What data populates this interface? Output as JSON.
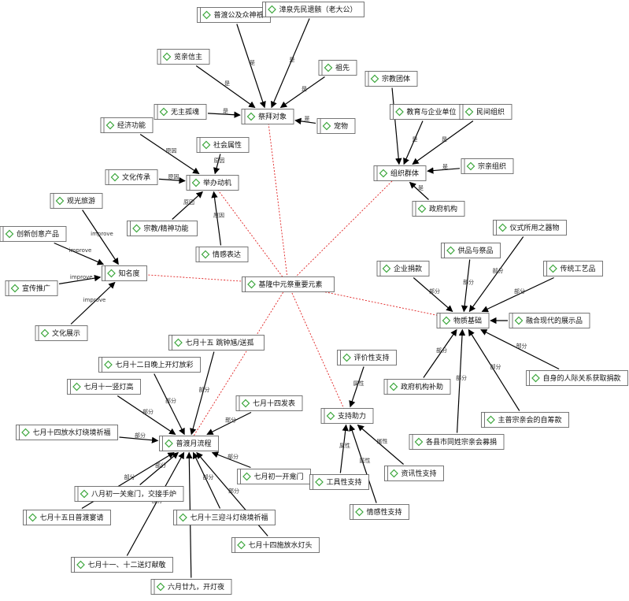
{
  "center": {
    "id": "center",
    "label": "基隆中元祭重要元素"
  },
  "nodes": [
    {
      "id": "center",
      "label": "基隆中元祭重要元素"
    },
    {
      "id": "jibai",
      "label": "祭拜对象"
    },
    {
      "id": "pudu",
      "label": "普渡公及众神祇"
    },
    {
      "id": "xianzu",
      "label": "漳泉先民遗骸（老大公）"
    },
    {
      "id": "lanqin",
      "label": "览亲信主"
    },
    {
      "id": "zuxian",
      "label": "祖先"
    },
    {
      "id": "wuzhu",
      "label": "无主孤魂"
    },
    {
      "id": "chongwu",
      "label": "宠物"
    },
    {
      "id": "zongjiao",
      "label": "宗教团体"
    },
    {
      "id": "jiaoyu",
      "label": "教育与企业单位"
    },
    {
      "id": "minjian",
      "label": "民间组织"
    },
    {
      "id": "zuzhi",
      "label": "组织群体"
    },
    {
      "id": "zongqin",
      "label": "宗亲组织"
    },
    {
      "id": "zhengfu",
      "label": "政府机构"
    },
    {
      "id": "jingji",
      "label": "经济功能"
    },
    {
      "id": "shehui",
      "label": "社会属性"
    },
    {
      "id": "wenhua",
      "label": "文化传承"
    },
    {
      "id": "juban",
      "label": "举办动机"
    },
    {
      "id": "zongjiao2",
      "label": "宗教/精神功能"
    },
    {
      "id": "qinggan",
      "label": "情感表达"
    },
    {
      "id": "guanguang",
      "label": "观光旅游"
    },
    {
      "id": "chuangyi",
      "label": "创新创意产品"
    },
    {
      "id": "zhiming",
      "label": "知名度"
    },
    {
      "id": "xuanchuan",
      "label": "宣传推广"
    },
    {
      "id": "wenzhan",
      "label": "文化展示"
    },
    {
      "id": "yishi",
      "label": "仪式所用之器物"
    },
    {
      "id": "gongpin",
      "label": "供品与祭品"
    },
    {
      "id": "qiye",
      "label": "企业捐款"
    },
    {
      "id": "chuantong",
      "label": "传统工艺品"
    },
    {
      "id": "wuzhi",
      "label": "物质基础"
    },
    {
      "id": "ronghe",
      "label": "融合现代的展示品"
    },
    {
      "id": "zhengbu",
      "label": "政府机构补助"
    },
    {
      "id": "zishen",
      "label": "自身的人际关系获取捐款"
    },
    {
      "id": "zhupu",
      "label": "主普宗亲会的自筹款"
    },
    {
      "id": "gexian",
      "label": "各县市同姓宗亲会募捐"
    },
    {
      "id": "qiyue15",
      "label": "七月十五 跳钟馗/送孤"
    },
    {
      "id": "qiyue12",
      "label": "七月十二日晚上开灯放彩"
    },
    {
      "id": "qiyue1",
      "label": "七月十一竖灯高"
    },
    {
      "id": "qiyue14f",
      "label": "七月十四发表"
    },
    {
      "id": "qiyue14q",
      "label": "七月十四放水灯绕境祈福"
    },
    {
      "id": "pudu_lc",
      "label": "普渡月流程"
    },
    {
      "id": "qiyue01",
      "label": "七月初一开龛门"
    },
    {
      "id": "bayue",
      "label": "八月初一关龛门，交接手炉"
    },
    {
      "id": "qiyue15p",
      "label": "七月十五日普渡宴请"
    },
    {
      "id": "qiyue13",
      "label": "七月十三迎斗灯绕境祈福"
    },
    {
      "id": "qiyue14s",
      "label": "七月十四施放水灯头"
    },
    {
      "id": "qiyue11",
      "label": "七月十一、十二送灯献敬"
    },
    {
      "id": "liuyue",
      "label": "六月廿九，开灯夜"
    },
    {
      "id": "pingjia",
      "label": "评价性支持"
    },
    {
      "id": "zhichi",
      "label": "支持助力"
    },
    {
      "id": "gongju",
      "label": "工具性支持"
    },
    {
      "id": "zixun",
      "label": "资讯性支持"
    },
    {
      "id": "qinggan2",
      "label": "情感性支持"
    }
  ],
  "edges": [
    {
      "from": "center",
      "to": "jibai",
      "label": "",
      "style": "dashed"
    },
    {
      "from": "center",
      "to": "zuzhi",
      "label": "",
      "style": "dashed"
    },
    {
      "from": "center",
      "to": "juban",
      "label": "",
      "style": "dashed"
    },
    {
      "from": "center",
      "to": "zhiming",
      "label": "",
      "style": "dashed"
    },
    {
      "from": "center",
      "to": "wuzhi",
      "label": "",
      "style": "dashed"
    },
    {
      "from": "center",
      "to": "pudu_lc",
      "label": "",
      "style": "dashed"
    },
    {
      "from": "center",
      "to": "zhichi",
      "label": "",
      "style": "dashed"
    },
    {
      "from": "pudu",
      "to": "jibai",
      "label": "是",
      "style": "solid"
    },
    {
      "from": "xianzu",
      "to": "jibai",
      "label": "是",
      "style": "solid"
    },
    {
      "from": "lanqin",
      "to": "jibai",
      "label": "是",
      "style": "solid"
    },
    {
      "from": "zuxian",
      "to": "jibai",
      "label": "是",
      "style": "solid"
    },
    {
      "from": "wuzhu",
      "to": "jibai",
      "label": "是",
      "style": "solid"
    },
    {
      "from": "chongwu",
      "to": "jibai",
      "label": "是",
      "style": "solid"
    },
    {
      "from": "zongjiao",
      "to": "zuzhi",
      "label": "",
      "style": "solid"
    },
    {
      "from": "jiaoyu",
      "to": "zuzhi",
      "label": "是",
      "style": "solid"
    },
    {
      "from": "minjian",
      "to": "zuzhi",
      "label": "是",
      "style": "solid"
    },
    {
      "from": "zongqin",
      "to": "zuzhi",
      "label": "是",
      "style": "solid"
    },
    {
      "from": "zhengfu",
      "to": "zuzhi",
      "label": "是",
      "style": "solid"
    },
    {
      "from": "jingji",
      "to": "juban",
      "label": "原因",
      "style": "solid"
    },
    {
      "from": "shehui",
      "to": "juban",
      "label": "原因",
      "style": "solid"
    },
    {
      "from": "wenhua",
      "to": "juban",
      "label": "原因",
      "style": "solid"
    },
    {
      "from": "zongjiao2",
      "to": "juban",
      "label": "原因",
      "style": "solid"
    },
    {
      "from": "qinggan",
      "to": "juban",
      "label": "原因",
      "style": "solid"
    },
    {
      "from": "guanguang",
      "to": "zhiming",
      "label": "improve",
      "style": "solid"
    },
    {
      "from": "chuangyi",
      "to": "zhiming",
      "label": "improve",
      "style": "solid"
    },
    {
      "from": "xuanchuan",
      "to": "zhiming",
      "label": "improve",
      "style": "solid"
    },
    {
      "from": "wenzhan",
      "to": "zhiming",
      "label": "improve",
      "style": "solid"
    },
    {
      "from": "yishi",
      "to": "wuzhi",
      "label": "部分",
      "style": "solid"
    },
    {
      "from": "gongpin",
      "to": "wuzhi",
      "label": "部分",
      "style": "solid"
    },
    {
      "from": "qiye",
      "to": "wuzhi",
      "label": "部分",
      "style": "solid"
    },
    {
      "from": "chuantong",
      "to": "wuzhi",
      "label": "部分",
      "style": "solid"
    },
    {
      "from": "ronghe",
      "to": "wuzhi",
      "label": "",
      "style": "solid"
    },
    {
      "from": "zhengbu",
      "to": "wuzhi",
      "label": "部分",
      "style": "solid"
    },
    {
      "from": "zishen",
      "to": "wuzhi",
      "label": "部分",
      "style": "solid"
    },
    {
      "from": "zhupu",
      "to": "wuzhi",
      "label": "部分",
      "style": "solid"
    },
    {
      "from": "gexian",
      "to": "wuzhi",
      "label": "部分",
      "style": "solid"
    },
    {
      "from": "qiyue15",
      "to": "pudu_lc",
      "label": "部分",
      "style": "solid"
    },
    {
      "from": "qiyue12",
      "to": "pudu_lc",
      "label": "部分",
      "style": "solid"
    },
    {
      "from": "qiyue1",
      "to": "pudu_lc",
      "label": "部分",
      "style": "solid"
    },
    {
      "from": "qiyue14f",
      "to": "pudu_lc",
      "label": "部分",
      "style": "solid"
    },
    {
      "from": "qiyue14q",
      "to": "pudu_lc",
      "label": "部分",
      "style": "solid"
    },
    {
      "from": "qiyue01",
      "to": "pudu_lc",
      "label": "部分",
      "style": "solid"
    },
    {
      "from": "bayue",
      "to": "pudu_lc",
      "label": "部分",
      "style": "solid"
    },
    {
      "from": "qiyue15p",
      "to": "pudu_lc",
      "label": "部分",
      "style": "solid"
    },
    {
      "from": "qiyue13",
      "to": "pudu_lc",
      "label": "部分",
      "style": "solid"
    },
    {
      "from": "qiyue14s",
      "to": "pudu_lc",
      "label": "部分",
      "style": "solid"
    },
    {
      "from": "qiyue11",
      "to": "pudu_lc",
      "label": "部分",
      "style": "solid"
    },
    {
      "from": "liuyue",
      "to": "pudu_lc",
      "label": "",
      "style": "solid"
    },
    {
      "from": "pingjia",
      "to": "zhichi",
      "label": "属性",
      "style": "solid"
    },
    {
      "from": "gongju",
      "to": "zhichi",
      "label": "属性",
      "style": "solid"
    },
    {
      "from": "zixun",
      "to": "zhichi",
      "label": "属性",
      "style": "solid"
    },
    {
      "from": "qinggan2",
      "to": "zhichi",
      "label": "属性",
      "style": "solid"
    }
  ],
  "colors": {
    "node_border": "#555555",
    "icon": "#3aa63a",
    "edge": "#000000",
    "dashed_edge": "#e02020"
  }
}
